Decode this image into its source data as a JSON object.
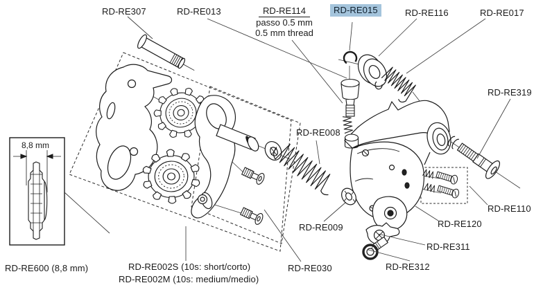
{
  "figure": {
    "type": "exploded-parts-diagram",
    "highlighted_part": "RD-RE015"
  },
  "labels": {
    "re307": "RD-RE307",
    "re013": "RD-RE013",
    "re114_title": "RD-RE114",
    "re114_line1": "passo 0.5 mm",
    "re114_line2": "0.5 mm thread",
    "re015": "RD-RE015",
    "re116": "RD-RE116",
    "re017": "RD-RE017",
    "re319": "RD-RE319",
    "re008": "RD-RE008",
    "re110": "RD-RE110",
    "re120": "RD-RE120",
    "re311": "RD-RE311",
    "re312": "RD-RE312",
    "re009": "RD-RE009",
    "re030": "RD-RE030",
    "re600": "RD-RE600 (8,8 mm)",
    "re002s": "RD-RE002S (10s: short/corto)",
    "re002m": "RD-RE002M (10s: medium/medio)",
    "dim88": "8,8 mm"
  },
  "colors": {
    "highlight": "#a4c4dc",
    "line": "#1b1b1b",
    "text": "#1a1a1a",
    "background": "#ffffff"
  }
}
